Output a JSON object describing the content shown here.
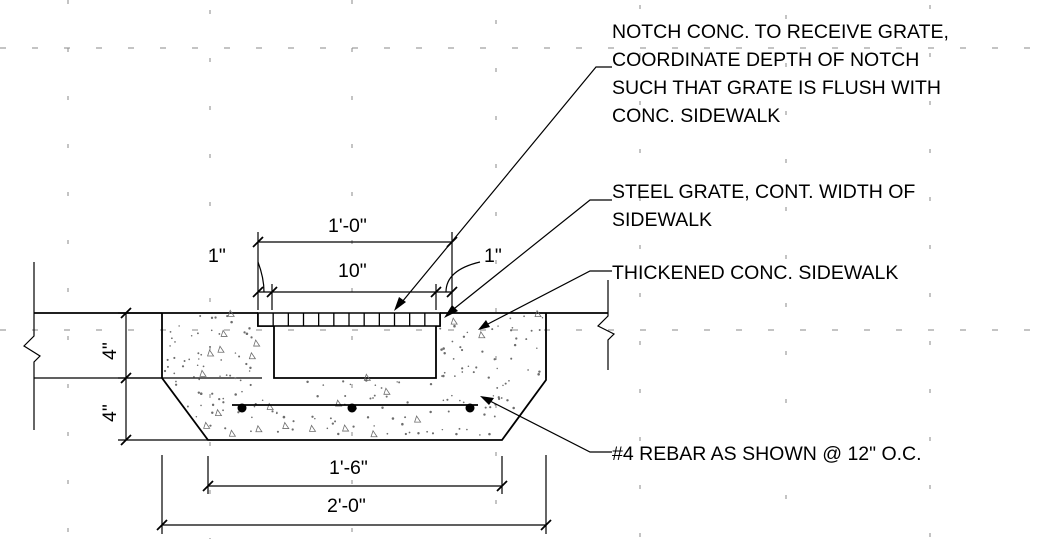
{
  "notes": {
    "notch_line1": "NOTCH CONC. TO RECEIVE GRATE,",
    "notch_line2": "COORDINATE DEPTH OF NOTCH",
    "notch_line3": "SUCH THAT GRATE IS FLUSH WITH",
    "notch_line4": "CONC. SIDEWALK",
    "grate_line1": "STEEL GRATE, CONT. WIDTH OF",
    "grate_line2": "SIDEWALK",
    "thickened": "THICKENED CONC. SIDEWALK",
    "rebar": "#4 REBAR AS SHOWN @ 12\" O.C."
  },
  "dimensions": {
    "grate_overall": "1'-0\"",
    "grate_opening": "10\"",
    "grate_edge_left": "1\"",
    "grate_edge_right": "1\"",
    "slab_depth": "4\"",
    "thickening_depth": "4\"",
    "bottom_width": "1'-6\"",
    "top_width": "2'-0\""
  }
}
